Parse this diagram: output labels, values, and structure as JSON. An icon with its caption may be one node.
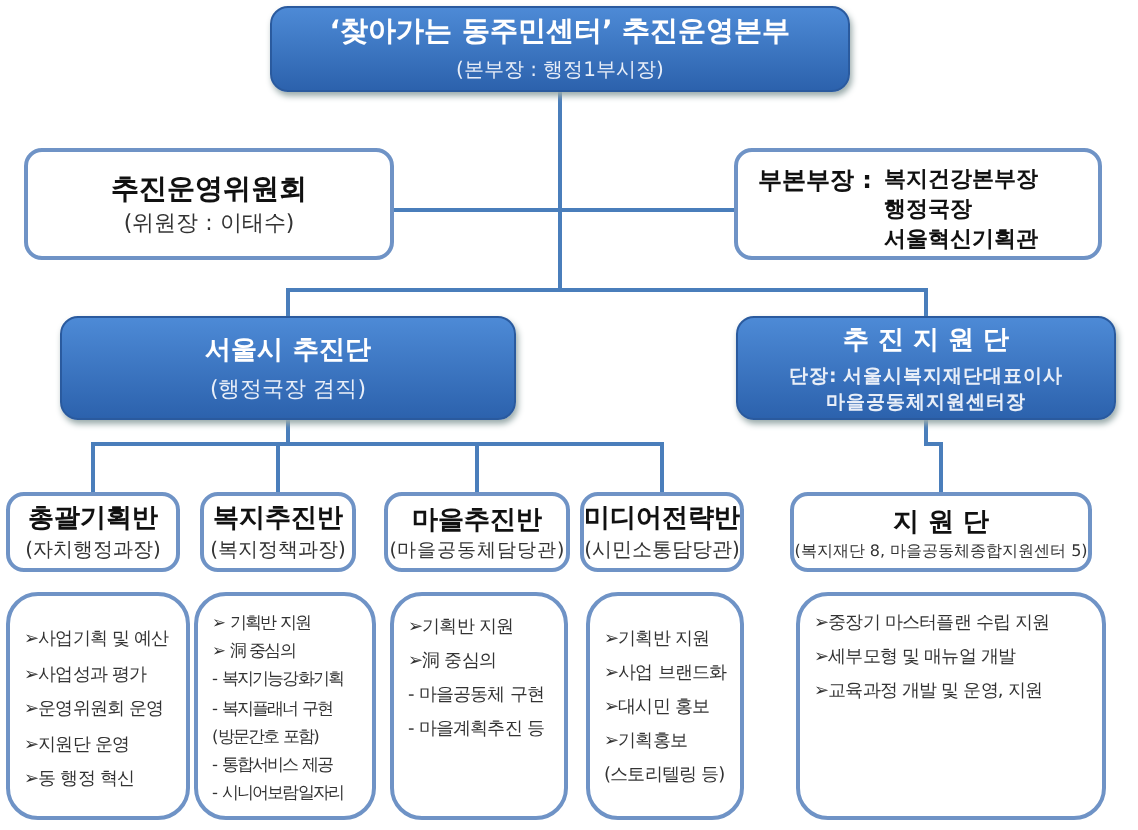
{
  "diagram": {
    "nodes": [
      {
        "text": [
          "‘찾아가는 동주민센터’ 추진운영본부",
          "(본부장 : 행정1부시장)"
        ]
      },
      {
        "text": [
          "추진운영위원회",
          "(위원장 : 이태수)"
        ]
      },
      {
        "text": [
          "부본부장 :",
          "복지건강본부장 행정국장 서울혁신기획관"
        ]
      },
      {
        "text": [
          "서울시 추진단",
          "(행정국장 겸직)"
        ]
      },
      {
        "text": [
          "추 진 지 원 단",
          "단장: 서울시복지재단대표이사 마을공동체지원센터장"
        ]
      },
      {
        "text": [
          "총괄기획반",
          "(자치행정과장)"
        ]
      },
      {
        "text": [
          "복지추진반",
          "(복지정책과장)"
        ]
      },
      {
        "text": [
          "마을추진반",
          "(마을공동체담당관)"
        ]
      },
      {
        "text": [
          "미디어전략반",
          "(시민소통담당관)"
        ]
      },
      {
        "text": [
          "지 원 단",
          "(복지재단 8, 마을공동체종합지원센터 5)"
        ]
      },
      {
        "text": [
          "➢사업기획 및 예산",
          "➢사업성과 평가",
          "➢운영위원회 운영",
          "➢지원단 운영",
          "➢동 행정 혁신"
        ]
      },
      {
        "text": [
          "➢ 기획반 지원",
          "➢ 洞 중심의",
          "- 복지기능강화기획",
          "- 복지플래너 구현",
          "(방문간호 포함)",
          "- 통합서비스 제공",
          "- 시니어보람일자리"
        ]
      },
      {
        "text": [
          "➢기획반 지원",
          "➢洞 중심의",
          "- 마을공동체 구현",
          "- 마을계획추진 등"
        ]
      },
      {
        "text": [
          "➢기획반 지원",
          "➢사업 브랜드화",
          "➢대시민 홍보",
          "➢기획홍보",
          "(스토리텔링 등)"
        ]
      },
      {
        "text": [
          "➢중장기 마스터플랜 수립 지원",
          "➢세부모형 및 매뉴얼 개발",
          "➢교육과정 개발 및 운영, 지원"
        ]
      }
    ],
    "edges": [
      {
        "from": 0,
        "to": 1,
        "arrow": "none"
      },
      {
        "from": 0,
        "to": 2,
        "arrow": "none"
      },
      {
        "from": 0,
        "to": 3,
        "arrow": "none"
      },
      {
        "from": 0,
        "to": 4,
        "arrow": "none"
      },
      {
        "from": 3,
        "to": 5,
        "arrow": "none"
      },
      {
        "from": 3,
        "to": 6,
        "arrow": "none"
      },
      {
        "from": 3,
        "to": 7,
        "arrow": "none"
      },
      {
        "from": 3,
        "to": 8,
        "arrow": "none"
      },
      {
        "from": 4,
        "to": 9,
        "arrow": "none"
      }
    ]
  }
}
